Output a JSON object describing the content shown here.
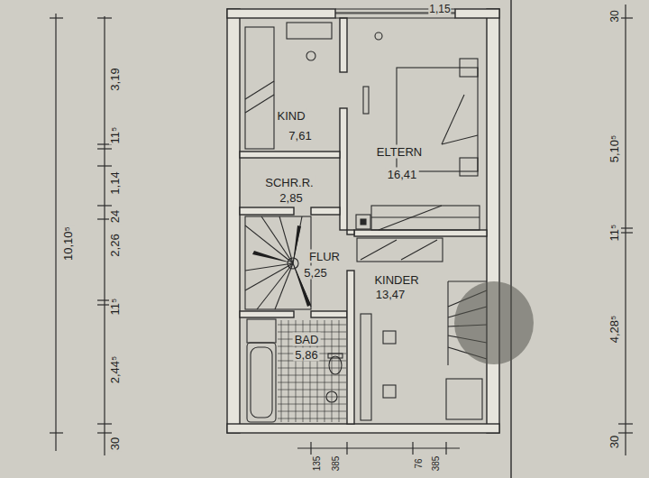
{
  "diagram": {
    "nodes": [
      {
        "text": [
          "KIND",
          "7,61"
        ]
      },
      {
        "text": [
          "ELTERN",
          "16,41"
        ]
      },
      {
        "text": [
          "SCHR.R.",
          "2,85"
        ]
      },
      {
        "text": [
          "FLUR",
          "5,25"
        ]
      },
      {
        "text": [
          "KINDER",
          "13,47"
        ]
      },
      {
        "text": [
          "BAD",
          "5,86"
        ]
      }
    ],
    "labels": [
      "1,15",
      "3,19",
      "11⁵",
      "1,14",
      "24",
      "2,26",
      "11⁵",
      "2,44⁵",
      "30",
      "10,10⁵",
      "30",
      "5,10⁵",
      "11⁵",
      "4,28⁵",
      "30",
      "135",
      "385",
      "76",
      "385"
    ]
  }
}
